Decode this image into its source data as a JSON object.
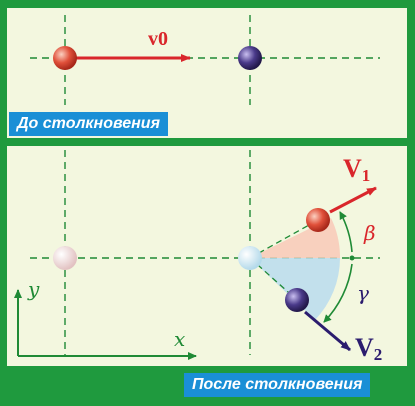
{
  "colors": {
    "frame": "#1f9a3e",
    "panel": "#f3f7df",
    "guide": "#1f8a35",
    "red_ball": "#e0503a",
    "purple_ball": "#4a3a8a",
    "ghost_ball": "#ecd3d3",
    "blue_ball": "#cde8f2",
    "v0_arrow": "#d9262b",
    "v1_arrow": "#d9262b",
    "v2_arrow": "#2b1c6e",
    "beta_sector": "#f8c9b8",
    "gamma_sector": "#b8dcef",
    "label_bg": "#1a8fd6",
    "label_text": "#ffffff"
  },
  "before": {
    "caption": "До столкновения",
    "velocity_label": "v0"
  },
  "after": {
    "caption": "После столкновения",
    "v1_label": "V",
    "v1_sub": "1",
    "v2_label": "V",
    "v2_sub": "2",
    "beta": "β",
    "gamma": "γ",
    "axis_x": "x",
    "axis_y": "y"
  }
}
